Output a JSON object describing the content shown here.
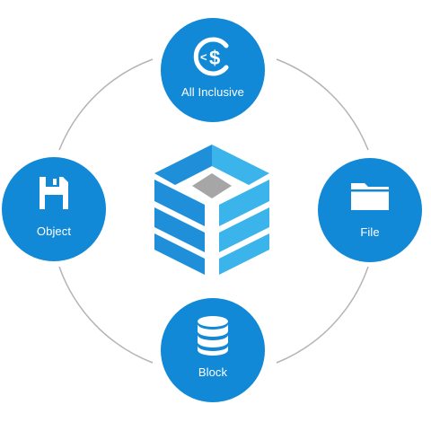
{
  "nodes": {
    "top": {
      "label": "All Inclusive",
      "icon": "dollar-refresh-icon"
    },
    "left": {
      "label": "Object",
      "icon": "floppy-disk-icon"
    },
    "right": {
      "label": "File",
      "icon": "folder-icon"
    },
    "bottom": {
      "label": "Block",
      "icon": "database-icon"
    }
  },
  "center": {
    "icon": "storage-cube-logo"
  },
  "colors": {
    "node": "#1189d6",
    "cube_dark": "#1e8fd8",
    "cube_light": "#3bb4ec",
    "cube_core": "#a6a6a6",
    "ring": "#b4b4b4"
  }
}
